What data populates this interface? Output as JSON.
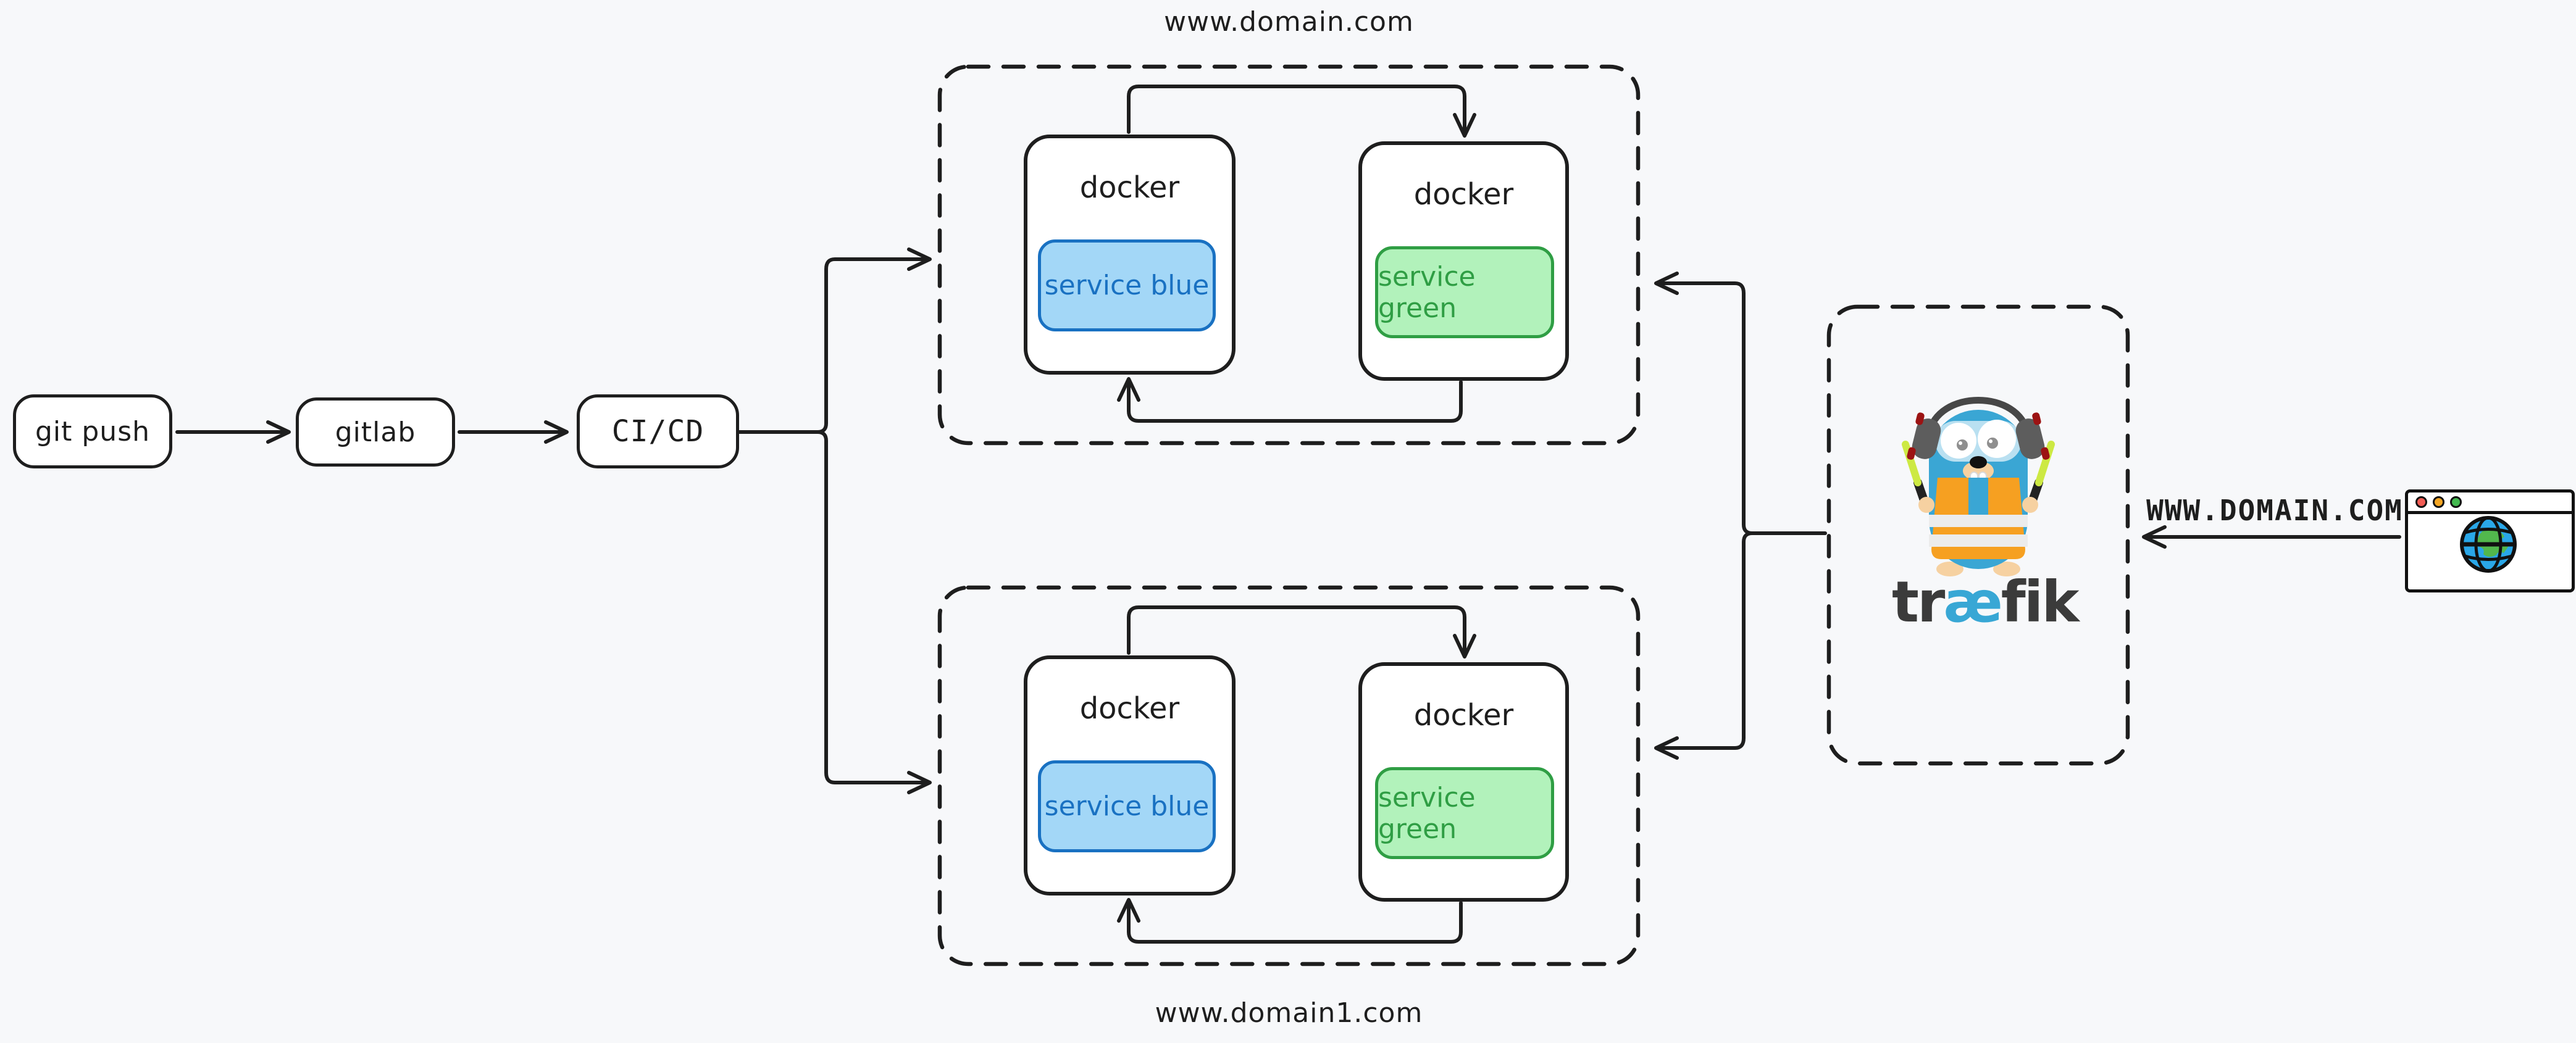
{
  "title": "blue-green deployment with traefik diagram",
  "colors": {
    "background": "#f7f8fa",
    "stroke": "#1e1e1e",
    "blue_fill": "#a3d7f7",
    "blue_stroke": "#1971c2",
    "green_fill": "#b2f2bb",
    "green_stroke": "#2f9e44",
    "traefik_cyan": "#38a7d5",
    "wordmark_dark": "#3b3b3b",
    "browser_dot_red": "#f25c54",
    "browser_dot_yellow": "#f5a623",
    "browser_dot_green": "#43b94f",
    "globe_blue": "#2aa7e8",
    "globe_land_green": "#52b84d",
    "gopher_body_blue": "#3aa6d4",
    "gopher_vest_orange": "#f6a021",
    "gopher_wand_green": "#cde943"
  },
  "pipeline": {
    "git_push": "git push",
    "gitlab": "gitlab",
    "cicd": "CI/CD"
  },
  "groups": [
    {
      "domain": "www.domain.com",
      "containers": [
        {
          "title": "docker",
          "service": "service blue"
        },
        {
          "title": "docker",
          "service": "service green"
        }
      ]
    },
    {
      "domain": "www.domain1.com",
      "containers": [
        {
          "title": "docker",
          "service": "service blue"
        },
        {
          "title": "docker",
          "service": "service green"
        }
      ]
    }
  ],
  "traefik": {
    "wordmark_pre": "tr",
    "wordmark_ae": "æ",
    "wordmark_post": "fik"
  },
  "request_label": "WWW.DOMAIN.COM"
}
